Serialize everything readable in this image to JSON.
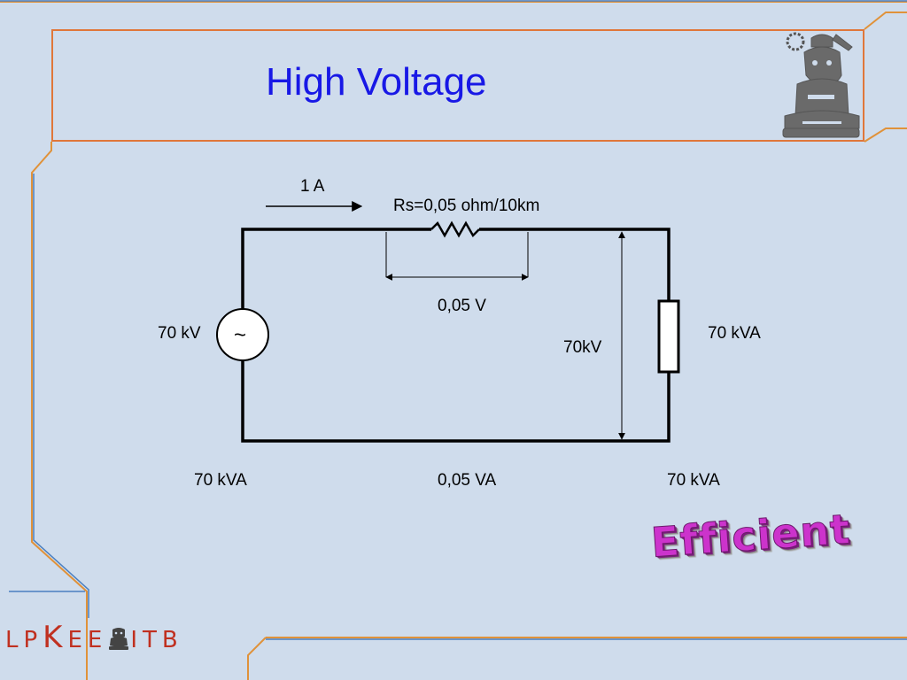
{
  "slide": {
    "title": "High Voltage",
    "badge": "Efficient",
    "footer": {
      "part1": "LP",
      "part2": "K",
      "part3": "EE",
      "part4": "ITB"
    }
  },
  "diagram": {
    "current_label": "1 A",
    "resistor_label": "Rs=0,05 ohm/10km",
    "drop_label": "0,05 V",
    "source_label": "70 kV",
    "source_symbol": "~",
    "load_voltage_label": "70kV",
    "load_power_label": "70 kVA",
    "bottom_labels": {
      "left": "70 kVA",
      "middle": "0,05 VA",
      "right": "70 kVA"
    }
  },
  "colors": {
    "background": "#cfdcec",
    "accent_border": "#e0773a",
    "title": "#1818e6",
    "badge": "#cc33cc",
    "footer_brand": "#c03020"
  },
  "icons": {
    "logo": "itb-ganesha-emblem-icon",
    "footer_emblem": "itb-ganesha-emblem-icon"
  }
}
